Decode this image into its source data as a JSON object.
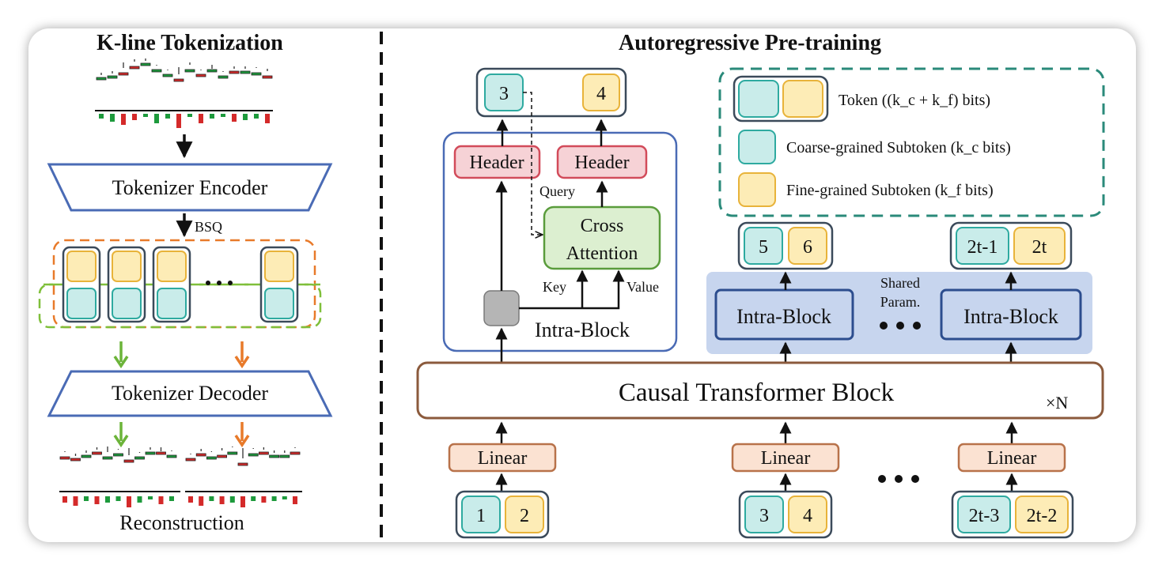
{
  "left_panel": {
    "title": "K-line Tokenization",
    "encoder_label": "Tokenizer Encoder",
    "bsq_label": "BSQ",
    "decoder_label": "Tokenizer Decoder",
    "reconstruction_label": "Reconstruction"
  },
  "right_panel": {
    "title": "Autoregressive Pre-training",
    "header_left": "Header",
    "header_right": "Header",
    "cross_attention_line1": "Cross",
    "cross_attention_line2": "Attention",
    "query_label": "Query",
    "key_label": "Key",
    "value_label": "Value",
    "intra_block_detail_label": "Intra-Block",
    "intra_block_1": "Intra-Block",
    "intra_block_2": "Intra-Block",
    "shared_param_line1": "Shared",
    "shared_param_line2": "Param.",
    "causal_transformer": "Causal Transformer Block",
    "times_n": "×N",
    "linear_labels": [
      "Linear",
      "Linear",
      "Linear"
    ],
    "output_top": [
      "3",
      "4"
    ],
    "output_mid": [
      "5",
      "6"
    ],
    "output_right": [
      "2t-1",
      "2t"
    ],
    "inputs": [
      [
        "1",
        "2"
      ],
      [
        "3",
        "4"
      ],
      [
        "2t-3",
        "2t-2"
      ]
    ]
  },
  "legend": {
    "token": "Token ((k_c + k_f) bits)",
    "coarse": "Coarse-grained Subtoken (k_c bits)",
    "fine": "Fine-grained Subtoken (k_f bits)"
  },
  "colors": {
    "teal": "#c9ecea",
    "teal_border": "#2eaaa0",
    "yellow": "#fdecb6",
    "yellow_border": "#e8b33a",
    "blue_border": "#4a6bb5",
    "pink": "#f6d2d6",
    "pink_border": "#d24b5a",
    "green": "#dcefd0",
    "green_border": "#5a9c3c",
    "orange_fill": "#fbe2d2",
    "orange_border": "#b8724a",
    "brown_border": "#8b5a3c",
    "candle_red": "#d42a2a",
    "candle_green": "#1d9a3c",
    "dashed_orange": "#e87a2a",
    "dashed_green": "#7fbf3a",
    "dashed_teal": "#2a8a7a"
  }
}
